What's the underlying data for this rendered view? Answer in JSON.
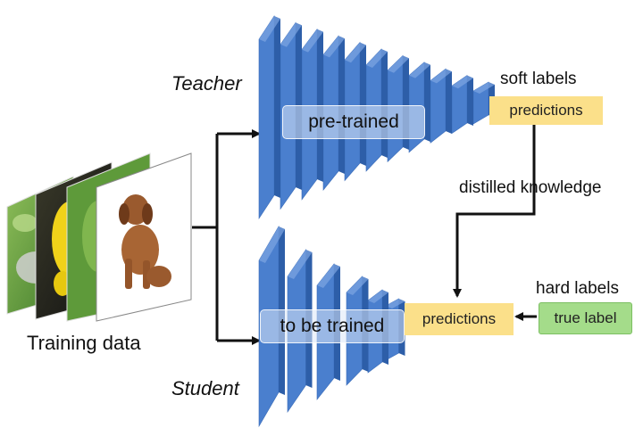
{
  "teacher": {
    "role_label": "Teacher",
    "network_label": "pre-trained",
    "output_title": "soft labels",
    "output_box": "predictions"
  },
  "student": {
    "role_label": "Student",
    "network_label": "to be trained",
    "output_box": "predictions"
  },
  "training_data": {
    "label": "Training data"
  },
  "distill_label": "distilled knowledge",
  "hard_labels": {
    "title": "hard labels",
    "box": "true label"
  },
  "colors": {
    "layer_front": "#4a7fce",
    "layer_side": "#2d5ea8",
    "layer_top": "#7da5e2",
    "predictions_fill": "#fbe08a",
    "true_label_fill": "#a4dc8a",
    "arrow": "#111111"
  }
}
